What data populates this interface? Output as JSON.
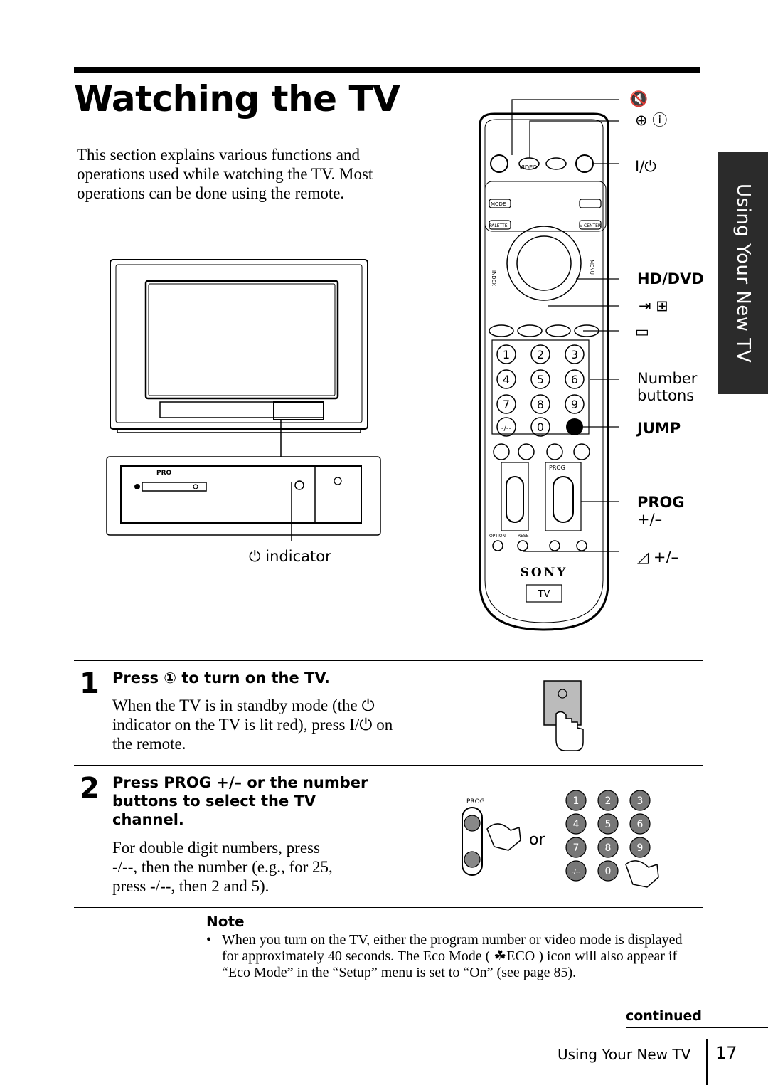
{
  "page": {
    "title": "Watching the TV",
    "intro": "This section explains various functions and operations used while watching the TV. Most operations can be done using the remote.",
    "side_tab": "Using Your New TV"
  },
  "tv_illustration": {
    "indicator_label": "indicator",
    "panel_label": "PRO"
  },
  "remote": {
    "labels": {
      "power": "I/⏻",
      "hd_dvd": "HD/DVD",
      "number_buttons_line1": "Number",
      "number_buttons_line2": "buttons",
      "jump": "JUMP",
      "prog_line1": "PROG",
      "prog_line2": "+/–",
      "volume": "+/–"
    },
    "brand": "SONY",
    "model": "TV",
    "small_labels": {
      "video": "VIDEO",
      "mode": "MODE",
      "palette": "PALETTE",
      "v_center": "V CENTER",
      "prog_box": "PROG",
      "option": "OPTION",
      "reset": "RESET",
      "index": "INDEX",
      "menu": "MENU"
    },
    "number_keys": [
      "1",
      "2",
      "3",
      "4",
      "5",
      "6",
      "7",
      "8",
      "9",
      "-/--",
      "0"
    ]
  },
  "steps": [
    {
      "number": "1",
      "heading": "Press ① to turn on the TV.",
      "body": [
        "When the TV is in standby mode (the ⏻",
        "indicator on the TV is lit red), press I/⏻ on",
        "the remote."
      ]
    },
    {
      "number": "2",
      "heading": [
        "Press PROG +/– or the number",
        "buttons to select the TV",
        "channel."
      ],
      "body": [
        "For double digit numbers, press",
        "-/--, then the number (e.g., for 25,",
        "press -/--,  then 2 and 5)."
      ],
      "illustration": {
        "prog_label": "PROG",
        "or_label": "or"
      }
    }
  ],
  "note": {
    "heading": "Note",
    "body": "When you turn on the TV, either the program number or video mode is displayed for approximately 40 seconds. The Eco Mode ( ☘ECO ) icon will also appear if “Eco Mode” in the “Setup” menu is set to “On” (see page 85)."
  },
  "footer": {
    "continued": "continued",
    "section": "Using Your New TV",
    "page_number": "17"
  }
}
